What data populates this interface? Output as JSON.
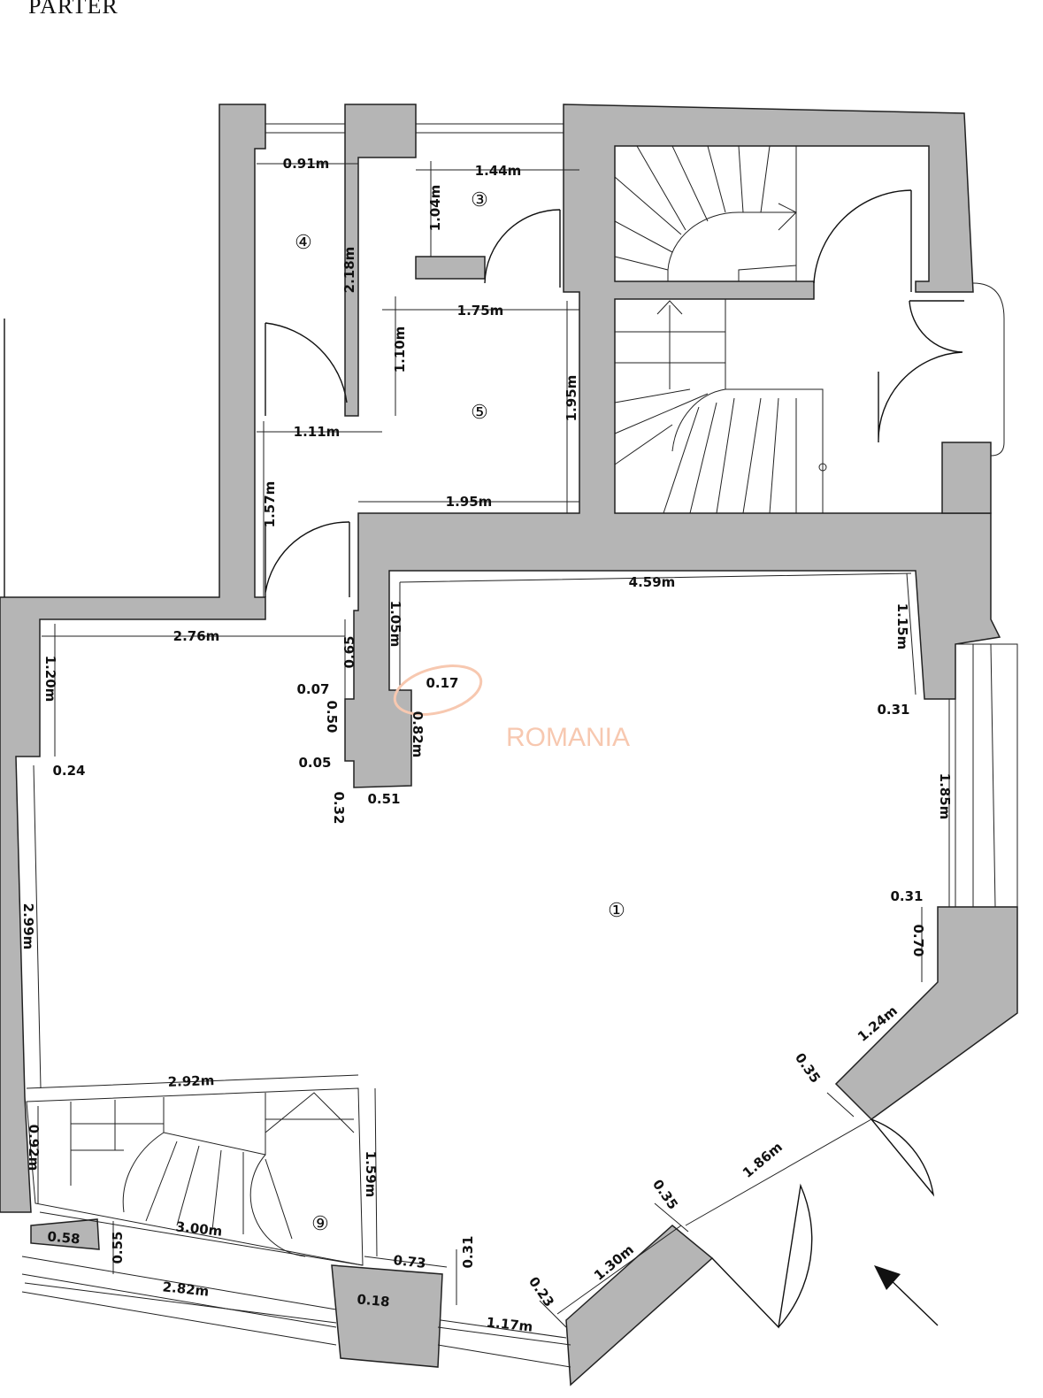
{
  "title": "PARTER",
  "watermark": "ROMANIA",
  "colors": {
    "wall": "#b5b5b5",
    "line": "#111111",
    "watermark": "#f7c8b0"
  },
  "rooms": [
    "①",
    "③",
    "④",
    "⑤",
    "⑨"
  ],
  "dimensions": [
    "0.91m",
    "1.44m",
    "1.04m",
    "2.18m",
    "1.75m",
    "1.10m",
    "1.95m",
    "1.11m",
    "1.95m",
    "1.57m",
    "4.59m",
    "2.76m",
    "0.65",
    "1.05m",
    "1.15m",
    "1.20m",
    "0.07",
    "0.17",
    "0.50",
    "0.82m",
    "0.05",
    "0.51",
    "0.32",
    "0.24",
    "0.31",
    "1.85m",
    "0.31",
    "0.70",
    "2.99m",
    "1.24m",
    "0.35",
    "1.86m",
    "0.35",
    "1.30m",
    "0.23",
    "2.92m",
    "0.92m",
    "1.59m",
    "3.00m",
    "0.58",
    "0.55",
    "2.82m",
    "0.73",
    "0.31",
    "0.18",
    "1.17m"
  ],
  "icons": {
    "entrance": "entrance-arrow-icon",
    "stairs": "staircase-icon",
    "door": "door-swing-icon"
  }
}
